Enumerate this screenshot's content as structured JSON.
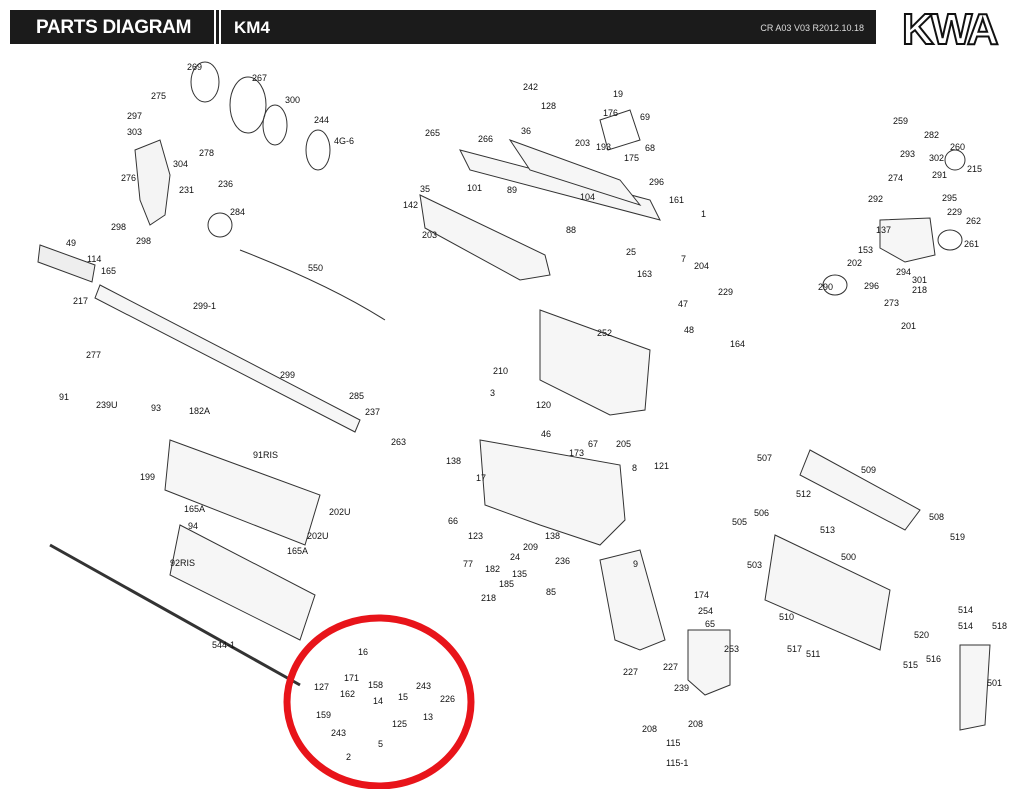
{
  "header": {
    "title": "PARTS DIAGRAM",
    "model": "KM4",
    "revision": "CR A03 V03 R2012.10.18",
    "logo_text": "KWA"
  },
  "highlight_color": "#e8141a",
  "parts": [
    "269",
    "267",
    "275",
    "297",
    "300",
    "303",
    "244",
    "4G-6",
    "304",
    "278",
    "276",
    "231",
    "236",
    "298",
    "298",
    "284",
    "49",
    "114",
    "165",
    "217",
    "550",
    "299-1",
    "277",
    "91",
    "239U",
    "299",
    "285",
    "237",
    "93",
    "182A",
    "263",
    "91RIS",
    "199",
    "165A",
    "202U",
    "202U",
    "94",
    "165A",
    "92RIS",
    "544-1",
    "16",
    "171",
    "158",
    "127",
    "162",
    "243",
    "226",
    "14",
    "15",
    "159",
    "125",
    "13",
    "243",
    "5",
    "2",
    "242",
    "128",
    "19",
    "176",
    "69",
    "36",
    "203",
    "193",
    "175",
    "68",
    "265",
    "266",
    "296",
    "101",
    "89",
    "104",
    "161",
    "1",
    "35",
    "142",
    "203",
    "88",
    "25",
    "7",
    "204",
    "163",
    "47",
    "229",
    "48",
    "164",
    "252",
    "210",
    "3",
    "120",
    "46",
    "67",
    "205",
    "138",
    "17",
    "173",
    "121",
    "8",
    "66",
    "123",
    "138",
    "209",
    "24",
    "77",
    "182",
    "236",
    "9",
    "135",
    "185",
    "218",
    "85",
    "174",
    "254",
    "65",
    "253",
    "227",
    "227",
    "239",
    "208",
    "208",
    "115",
    "115-1",
    "259",
    "282",
    "293",
    "260",
    "302",
    "215",
    "291",
    "274",
    "292",
    "295",
    "229",
    "262",
    "137",
    "261",
    "153",
    "202",
    "294",
    "301",
    "296",
    "218",
    "290",
    "273",
    "201",
    "507",
    "509",
    "512",
    "513",
    "508",
    "505",
    "506",
    "519",
    "503",
    "500",
    "510",
    "514",
    "514",
    "518",
    "517",
    "511",
    "520",
    "516",
    "515",
    "501"
  ]
}
